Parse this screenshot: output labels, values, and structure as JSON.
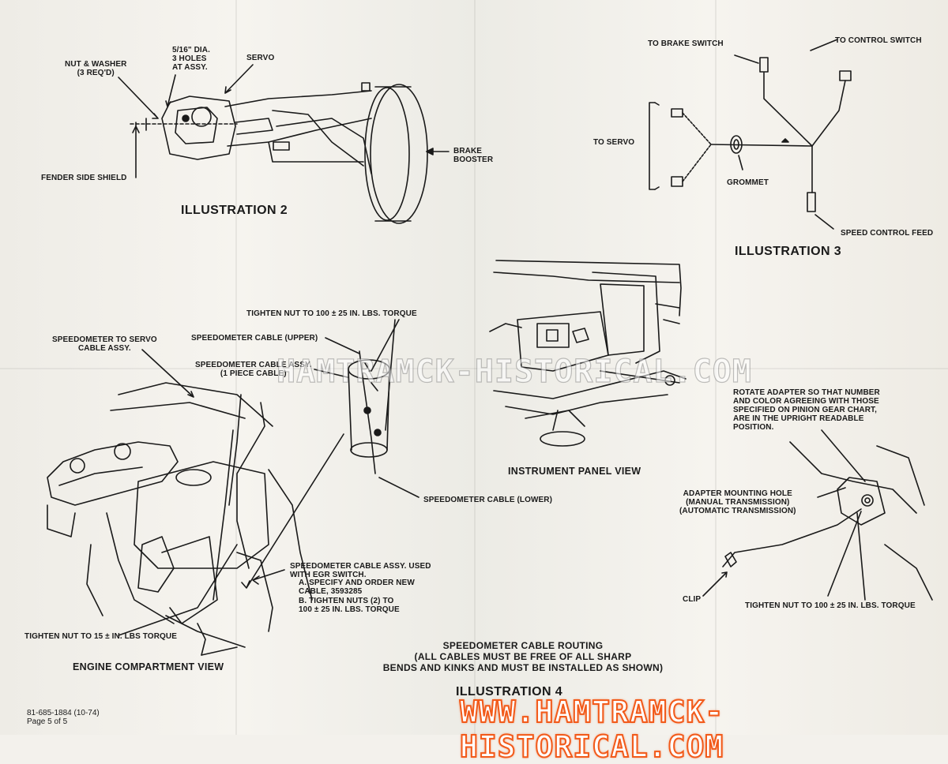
{
  "illustration2": {
    "title": "ILLUSTRATION 2",
    "labels": {
      "nut_washer": "NUT & WASHER\n(3 REQ'D)",
      "holes": "5/16\" DIA.\n3 HOLES\nAT ASSY.",
      "servo": "SERVO",
      "brake_booster": "BRAKE\nBOOSTER",
      "fender": "FENDER SIDE SHIELD"
    }
  },
  "illustration3": {
    "title": "ILLUSTRATION 3",
    "labels": {
      "brake_switch": "TO BRAKE SWITCH",
      "control_switch": "TO CONTROL SWITCH",
      "to_servo": "TO SERVO",
      "grommet": "GROMMET",
      "feed": "SPEED CONTROL FEED"
    }
  },
  "illustration4": {
    "title": "ILLUSTRATION 4",
    "routing_note": "SPEEDOMETER CABLE ROUTING\n(ALL CABLES MUST BE FREE OF ALL SHARP\nBENDS AND KINKS AND MUST BE INSTALLED AS SHOWN)",
    "engine_view": "ENGINE COMPARTMENT VIEW",
    "panel_view": "INSTRUMENT PANEL VIEW",
    "labels": {
      "speedo_servo": "SPEEDOMETER TO SERVO\nCABLE ASSY.",
      "tighten_top": "TIGHTEN NUT TO 100 ± 25 IN. LBS. TORQUE",
      "cable_upper": "SPEEDOMETER CABLE (UPPER)",
      "cable_assy": "SPEEDOMETER CABLE ASSY.\n(1 PIECE CABLE)",
      "cable_lower": "SPEEDOMETER CABLE (LOWER)",
      "egr": "SPEEDOMETER CABLE ASSY. USED\nWITH EGR SWITCH.",
      "egr_a": "a. SPECIFY AND ORDER NEW\n    CABLE, 3593285",
      "egr_b": "b. TIGHTEN NUTS (2) TO\n    100 ± 25 IN. LBS. TORQUE",
      "tighten_15": "TIGHTEN NUT TO 15 ± IN. LBS TORQUE",
      "rotate": "ROTATE ADAPTER SO THAT NUMBER\nAND COLOR AGREEING WITH THOSE\nSPECIFIED ON PINION GEAR CHART,\nARE IN THE UPRIGHT READABLE\nPOSITION.",
      "adapter_hole": "ADAPTER MOUNTING HOLE\n(MANUAL TRANSMISSION)\n(AUTOMATIC TRANSMISSION)",
      "clip": "CLIP",
      "tighten_bottom": "TIGHTEN NUT TO 100 ± 25 IN. LBS. TORQUE"
    }
  },
  "footer": {
    "part_number": "81-685-1884 (10-74)",
    "page": "Page 5 of 5"
  },
  "watermark": {
    "center": "HAMTRAMCK-HISTORICAL.COM",
    "bottom": "WWW.HAMTRAMCK-HISTORICAL.COM",
    "bottom_color": "#f25a1a"
  }
}
